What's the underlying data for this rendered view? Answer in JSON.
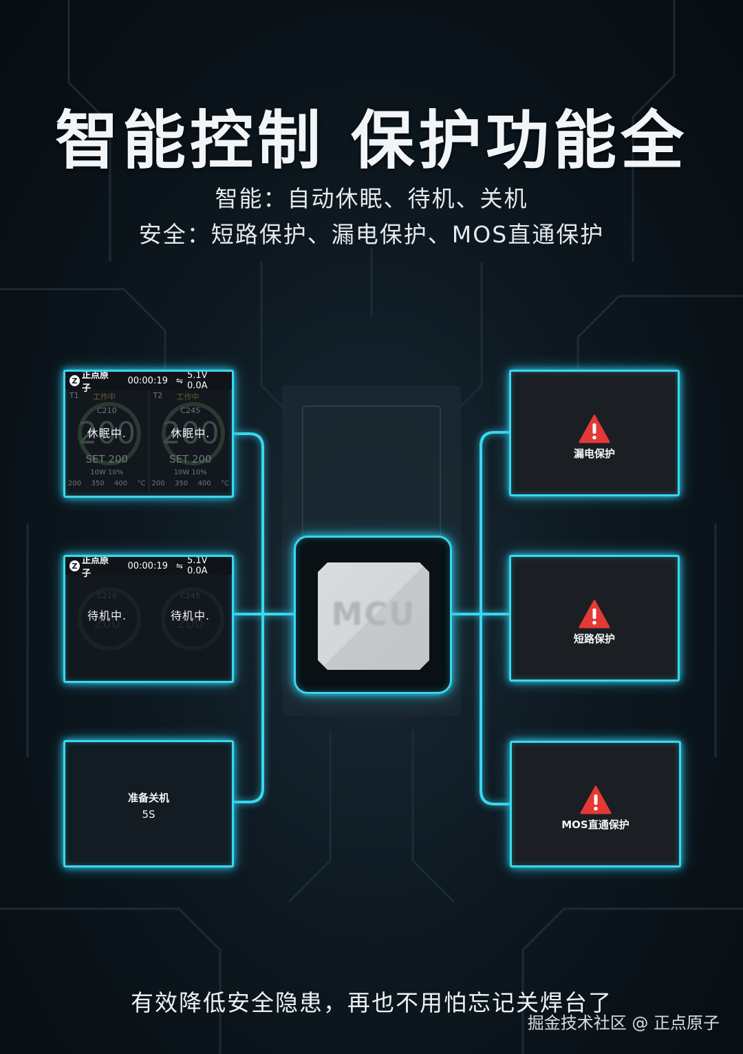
{
  "header": {
    "headline": "智能控制  保护功能全",
    "line1": "智能：自动休眠、待机、关机",
    "line2": "安全：短路保护、漏电保护、MOS直通保护"
  },
  "screen": {
    "logo_letter": "Z",
    "brand": "正点原子",
    "time": "00:00:19",
    "usb_icon": "⇋",
    "power": "5.1V 0.0A"
  },
  "left_panels": {
    "sleep": {
      "channels": [
        {
          "tag": "T1",
          "state": "工作中",
          "tip": "C210",
          "temp": "200",
          "set": "SET 200",
          "power": "10W 10%",
          "scale": [
            "200",
            "350",
            "400",
            "°C"
          ],
          "overlay": "休眠中."
        },
        {
          "tag": "T2",
          "state": "工作中",
          "tip": "C245",
          "temp": "200",
          "set": "SET 200",
          "power": "10W 10%",
          "scale": [
            "200",
            "350",
            "400",
            "°C"
          ],
          "overlay": "休眠中."
        }
      ]
    },
    "standby": {
      "channels": [
        {
          "tip": "C210",
          "temp": "200",
          "overlay": "待机中."
        },
        {
          "tip": "C245",
          "temp": "200",
          "overlay": "待机中."
        }
      ]
    },
    "shutdown": {
      "line1": "准备关机",
      "line2": "5S"
    }
  },
  "mcu": {
    "label": "MCU"
  },
  "right_panels": [
    {
      "icon": "warning-icon",
      "label": "漏电保护"
    },
    {
      "icon": "warning-icon",
      "label": "短路保护"
    },
    {
      "icon": "warning-icon",
      "label": "MOS直通保护"
    }
  ],
  "footer": {
    "text": "有效降低安全隐患，再也不用怕忘记关焊台了",
    "watermark": "掘金技术社区 @ 正点原子"
  },
  "colors": {
    "accent": "#3ad8ef",
    "warning": "#e53935",
    "background": "#0d1820"
  }
}
